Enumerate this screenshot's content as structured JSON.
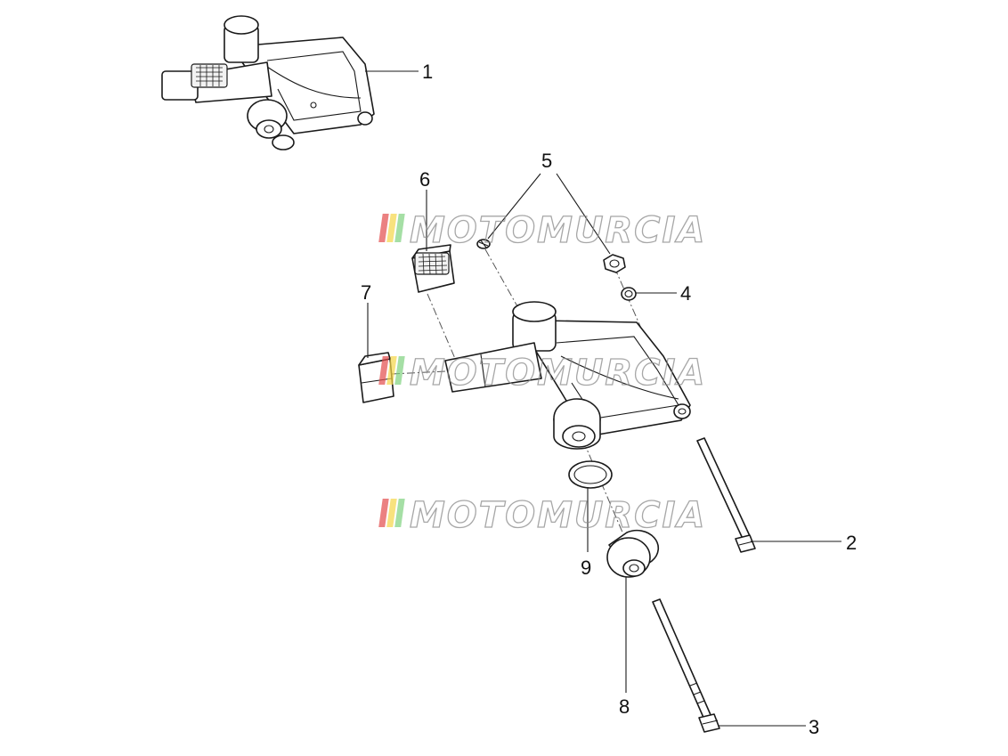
{
  "watermark": {
    "text": "MOTOMURCIA",
    "colors": [
      "#e24b4b",
      "#f5d547",
      "#7fd17f"
    ]
  },
  "callouts": {
    "c1": "1",
    "c2": "2",
    "c3": "3",
    "c4": "4",
    "c5": "5",
    "c6": "6",
    "c7": "7",
    "c8": "8",
    "c9": "9"
  },
  "colors": {
    "line": "#1a1a1a",
    "background": "#ffffff"
  }
}
